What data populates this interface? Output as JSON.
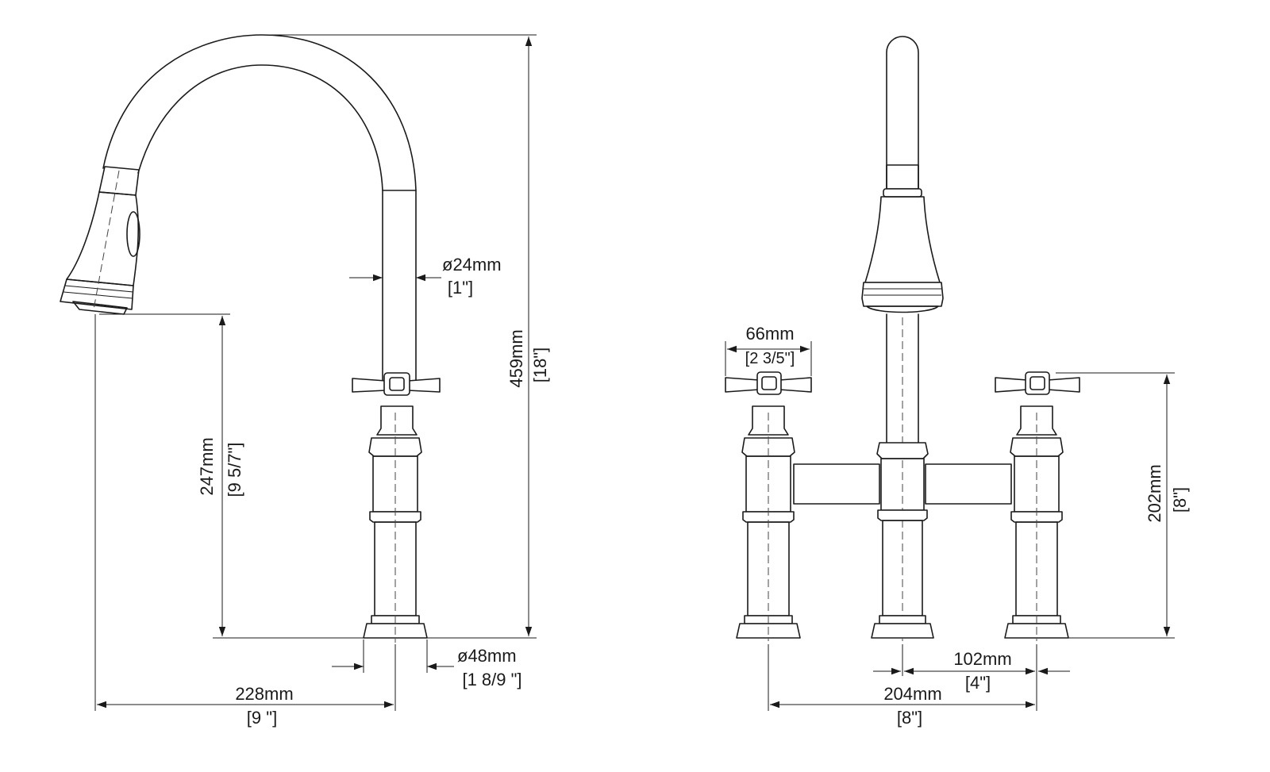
{
  "side_view": {
    "pipe_diameter": {
      "mm": "ø24mm",
      "inch": "[1\"]"
    },
    "total_height": {
      "mm": "459mm",
      "inch": "[18\"]"
    },
    "spout_height": {
      "mm": "247mm",
      "inch": "[9 5/7\"]"
    },
    "base_diameter": {
      "mm": "ø48mm",
      "inch": "[1 8/9 \"]"
    },
    "reach": {
      "mm": "228mm",
      "inch": "[9 \"]"
    }
  },
  "front_view": {
    "handle_width": {
      "mm": "66mm",
      "inch": "[2 3/5\"]"
    },
    "handle_height": {
      "mm": "202mm",
      "inch": "[8\"]"
    },
    "half_spread": {
      "mm": "102mm",
      "inch": "[4\"]"
    },
    "spread": {
      "mm": "204mm",
      "inch": "[8\"]"
    }
  }
}
